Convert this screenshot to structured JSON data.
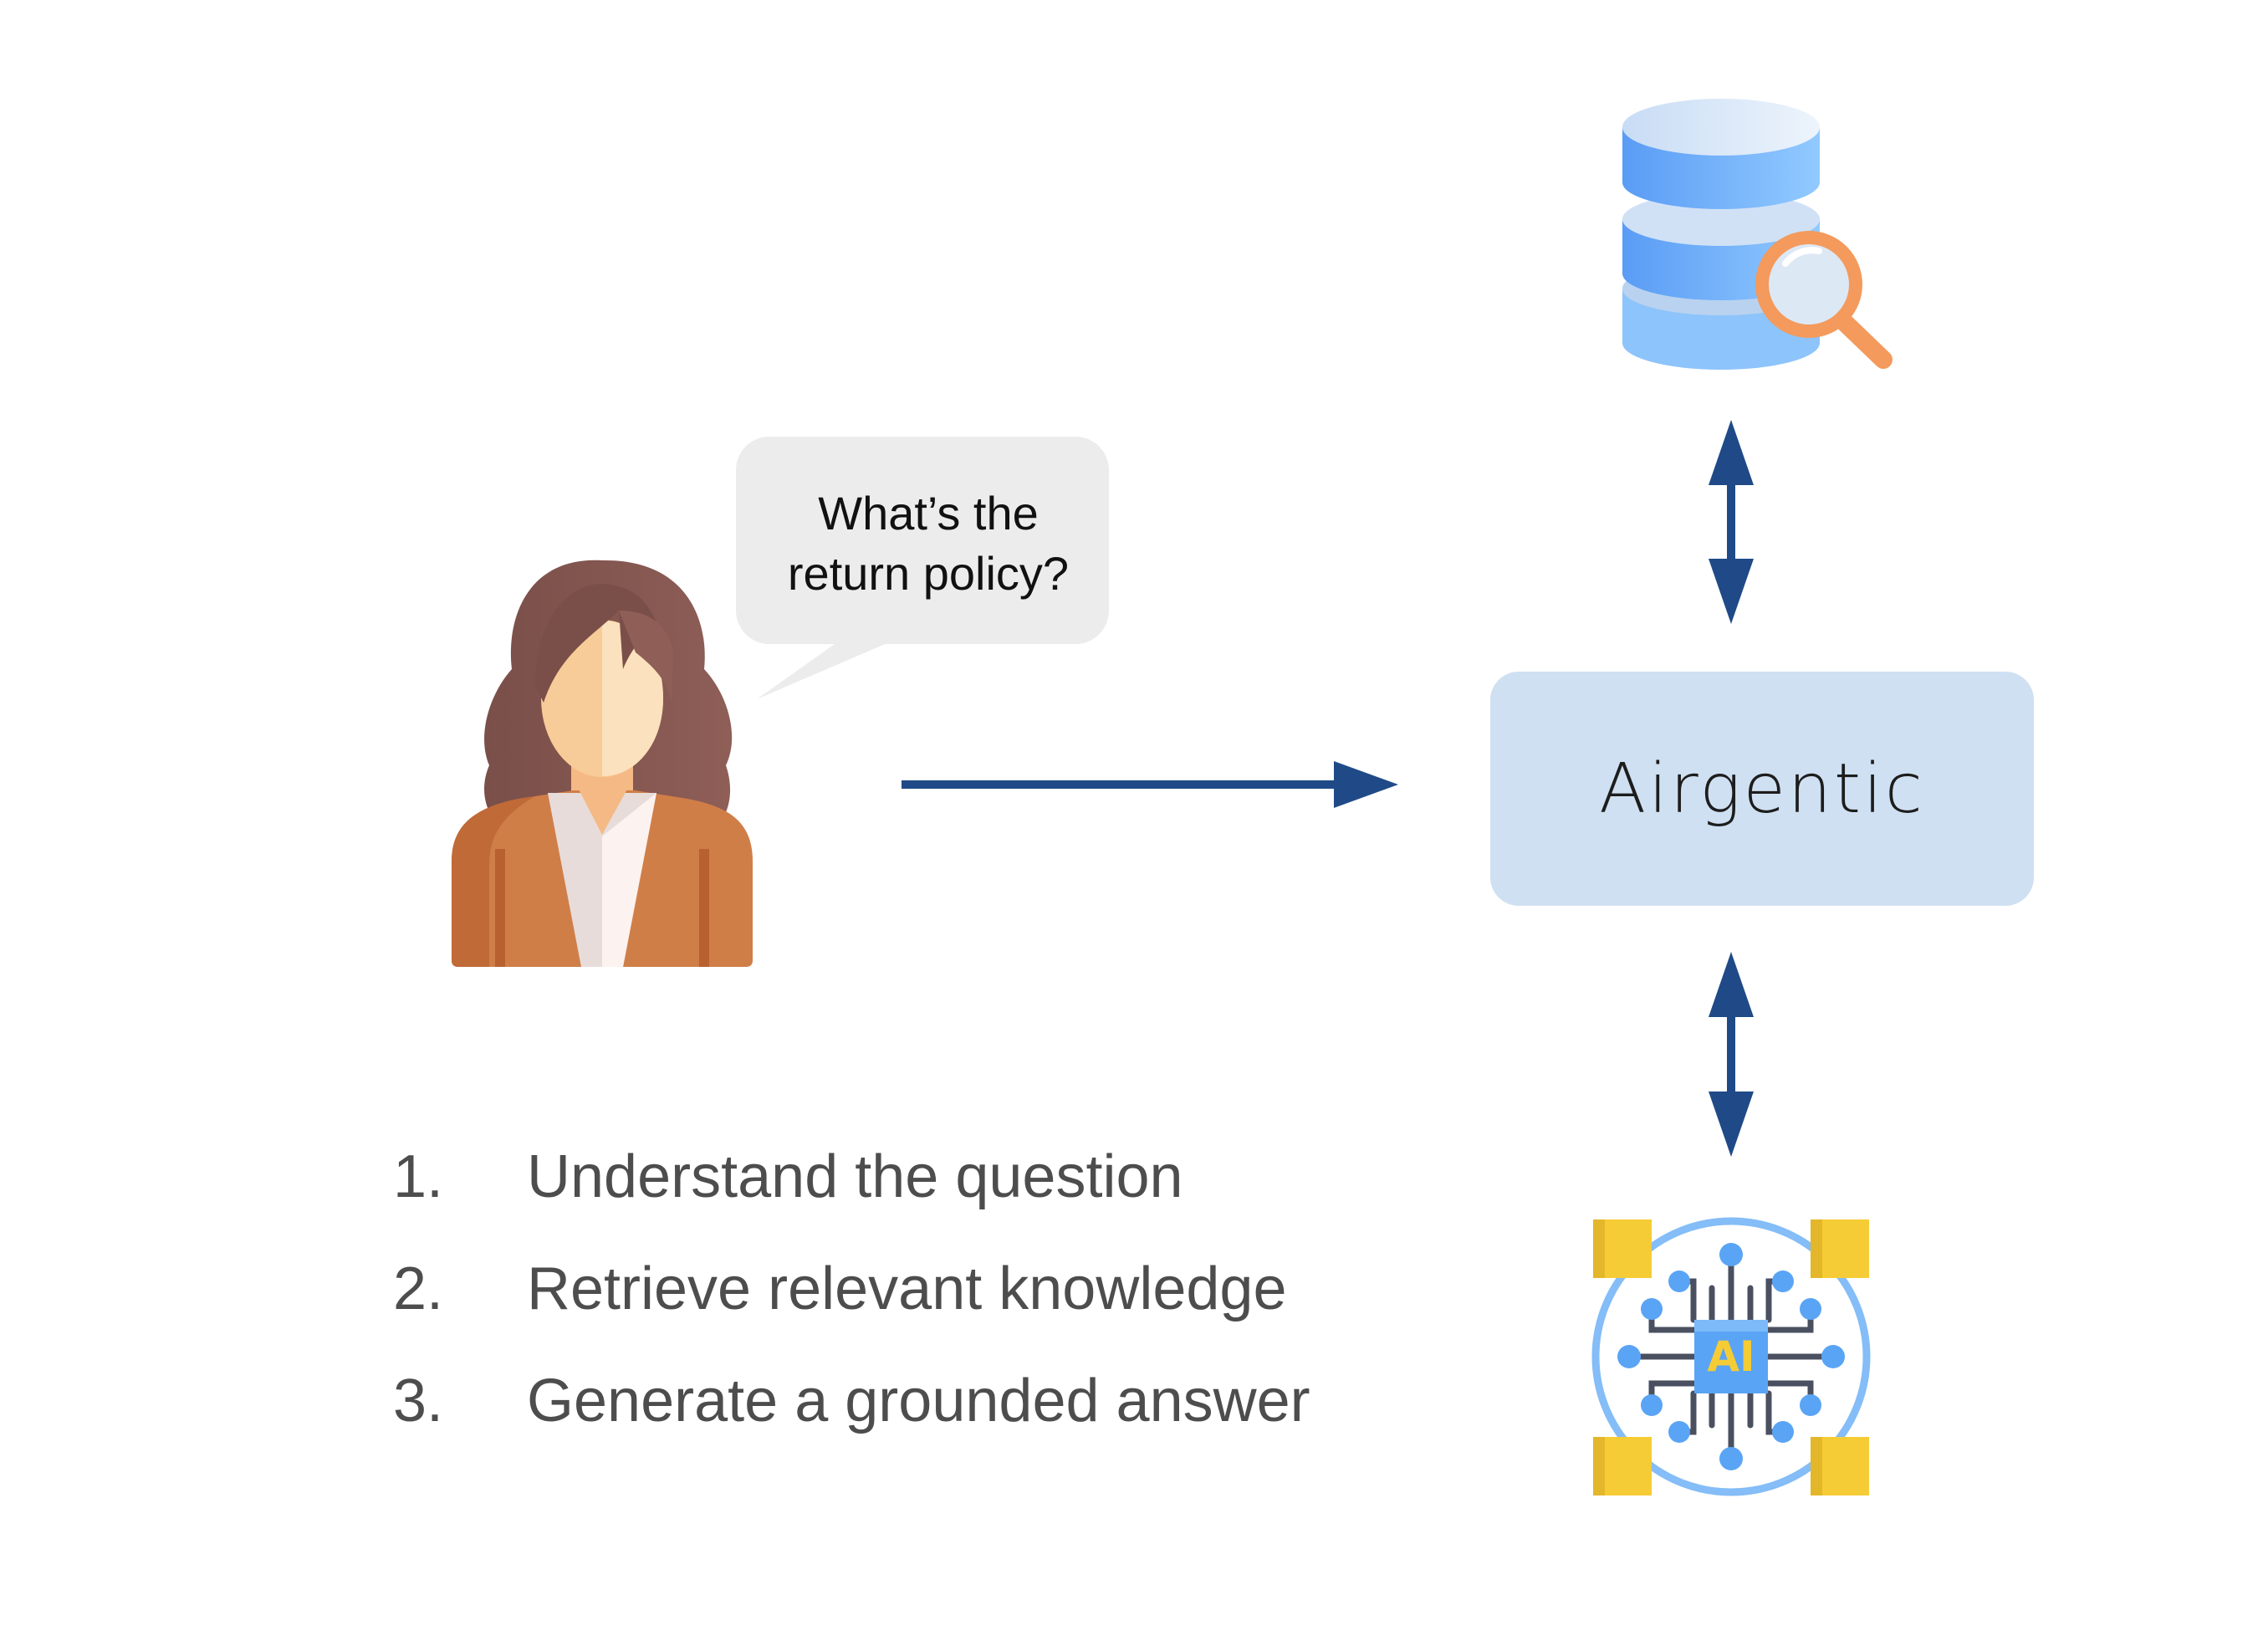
{
  "speech_bubble": {
    "line1": "What’s the",
    "line2": "return policy?"
  },
  "system_box": {
    "label": "Airgentic"
  },
  "steps": [
    {
      "number": "1.",
      "text": "Understand the question"
    },
    {
      "number": "2.",
      "text": "Retrieve relevant knowledge"
    },
    {
      "number": "3.",
      "text": "Generate a grounded answer"
    }
  ],
  "ai_chip": {
    "label": "AI"
  },
  "colors": {
    "arrow": "#1f4a87",
    "box_fill": "#cfe0f2",
    "bubble_fill": "#ececec",
    "chip_yellow": "#f5cc35",
    "db_blue": "#5a9cf5",
    "magnifier_orange": "#f39a5c"
  },
  "icons": [
    "user-avatar-icon",
    "database-search-icon",
    "ai-chip-icon",
    "right-arrow-icon",
    "double-arrow-icon"
  ]
}
